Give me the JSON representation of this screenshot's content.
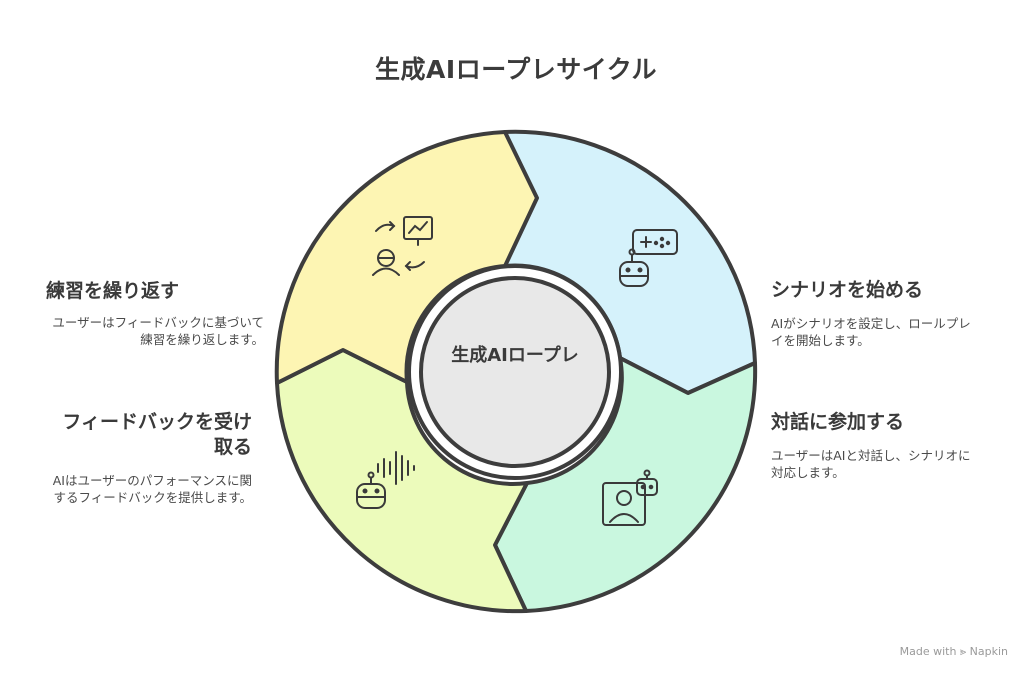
{
  "title": "生成AIロープレサイクル",
  "center_label": "生成AIロープレ",
  "steps": [
    {
      "id": "start",
      "heading": "シナリオを始める",
      "description": "AIがシナリオを設定し、ロールプレイを開始します。",
      "color": "#d5f2fb",
      "icon": "game-controller-robot-icon"
    },
    {
      "id": "engage",
      "heading": "対話に参加する",
      "description": "ユーザーはAIと対話し、シナリオに対応します。",
      "color": "#c9f7df",
      "icon": "user-chat-robot-icon"
    },
    {
      "id": "feedback",
      "heading": "フィードバックを受け取る",
      "description": "AIはユーザーのパフォーマンスに関するフィードバックを提供します。",
      "color": "#ecfbbb",
      "icon": "robot-voice-icon"
    },
    {
      "id": "repeat",
      "heading": "練習を繰り返す",
      "description": "ユーザーはフィードバックに基づいて練習を繰り返します。",
      "color": "#fdf5b3",
      "icon": "practice-cycle-icon"
    }
  ],
  "watermark": "Made with ⪢ Napkin",
  "colors": {
    "outline": "#3d3d3d",
    "center": "#e8e8e8"
  }
}
